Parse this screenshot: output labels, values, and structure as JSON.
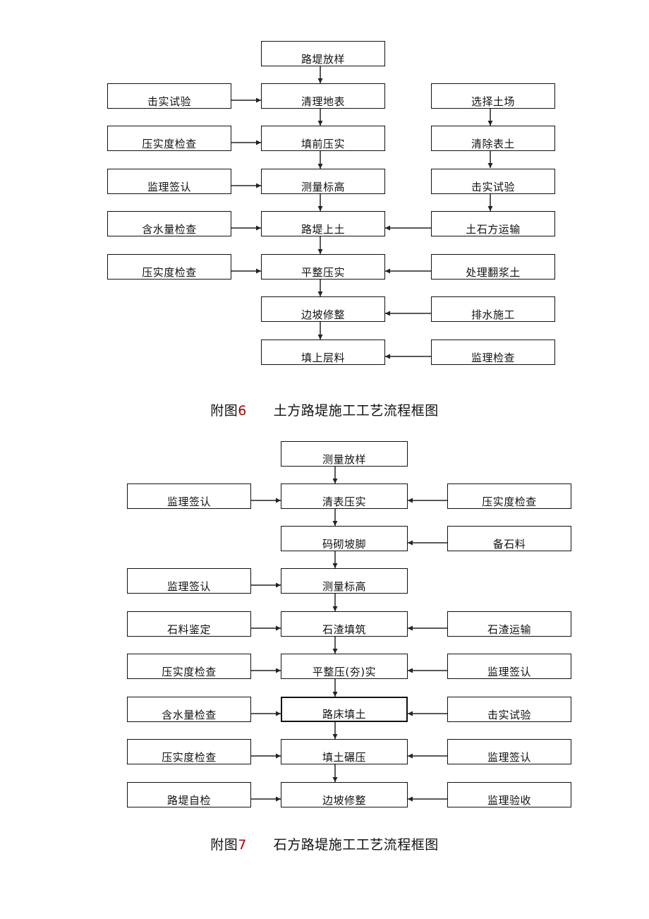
{
  "figure6": {
    "prefix": "附图",
    "number": "6",
    "title": "土方路堤施工工艺流程框图",
    "center": [
      "路堤放样",
      "清理地表",
      "填前压实",
      "测量标高",
      "路堤上土",
      "平整压实",
      "边坡修整",
      "填上层料"
    ],
    "left": [
      "击实试验",
      "压实度检查",
      "监理签认",
      "含水量检查",
      "压实度检查"
    ],
    "right": [
      "选择土场",
      "清除表土",
      "击实试验",
      "土石方运输",
      "处理翻浆土",
      "排水施工",
      "监理检查"
    ]
  },
  "figure7": {
    "prefix": "附图",
    "number": "7",
    "title": "石方路堤施工工艺流程框图",
    "center": [
      "测量放样",
      "清表压实",
      "码砌坡脚",
      "测量标高",
      "石渣填筑",
      "平整压(夯)实",
      "路床填土",
      "填土碾压",
      "边坡修整"
    ],
    "left": [
      "监理签认",
      "监理签认",
      "石料鉴定",
      "压实度检查",
      "含水量检查",
      "压实度检查",
      "路堤自检"
    ],
    "right": [
      "压实度检查",
      "备石料",
      "石渣运输",
      "监理签认",
      "击实试验",
      "监理签认",
      "监理验收"
    ]
  }
}
